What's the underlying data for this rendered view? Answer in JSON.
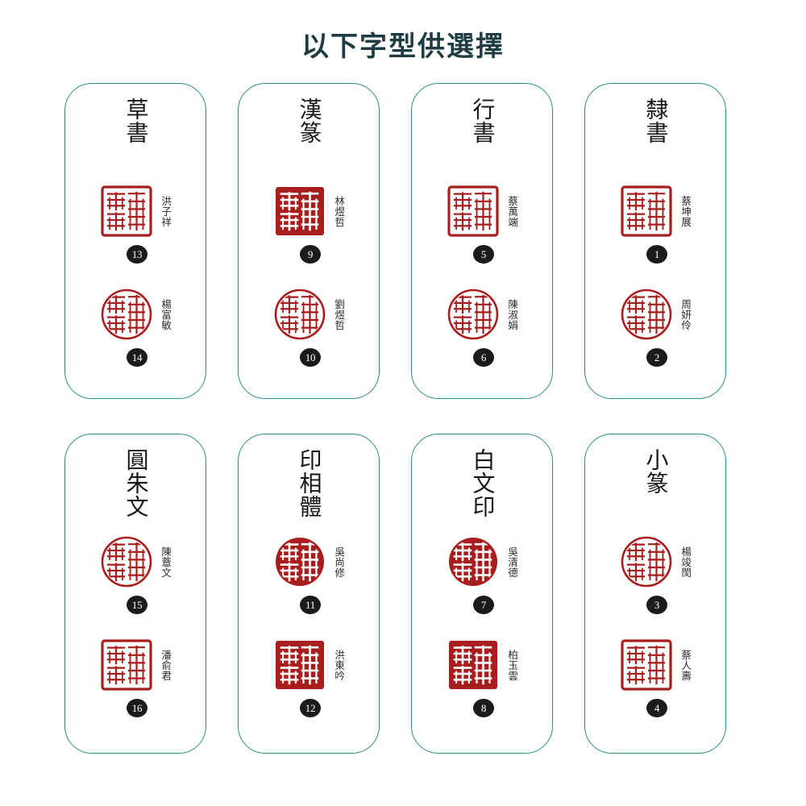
{
  "page": {
    "title": "以下字型供選擇",
    "title_color": "#1f3c42",
    "card_border_color": "#2d8b8b",
    "seal_red": "#a81d1d",
    "badge_color": "#1b1b1b",
    "background": "#ffffff"
  },
  "cards": [
    {
      "style_name": "草書",
      "seals": [
        {
          "number": "13",
          "owner": "洪子祥",
          "shape": "square",
          "ink": "outline"
        },
        {
          "number": "14",
          "owner": "楊富敏",
          "shape": "circle",
          "ink": "outline"
        }
      ]
    },
    {
      "style_name": "漢篆",
      "seals": [
        {
          "number": "9",
          "owner": "林煜哲",
          "shape": "square",
          "ink": "solid"
        },
        {
          "number": "10",
          "owner": "劉煜哲",
          "shape": "circle",
          "ink": "outline"
        }
      ]
    },
    {
      "style_name": "行書",
      "seals": [
        {
          "number": "5",
          "owner": "蔡萬端",
          "shape": "square",
          "ink": "outline"
        },
        {
          "number": "6",
          "owner": "陳淑娟",
          "shape": "circle",
          "ink": "outline"
        }
      ]
    },
    {
      "style_name": "隸書",
      "seals": [
        {
          "number": "1",
          "owner": "蔡坤展",
          "shape": "square",
          "ink": "outline"
        },
        {
          "number": "2",
          "owner": "周妍伶",
          "shape": "circle",
          "ink": "outline"
        }
      ]
    },
    {
      "style_name": "圓朱文",
      "seals": [
        {
          "number": "15",
          "owner": "陳薏文",
          "shape": "circle",
          "ink": "outline"
        },
        {
          "number": "16",
          "owner": "潘俞君",
          "shape": "square",
          "ink": "outline"
        }
      ]
    },
    {
      "style_name": "印相體",
      "seals": [
        {
          "number": "11",
          "owner": "吳尚修",
          "shape": "circle",
          "ink": "solid"
        },
        {
          "number": "12",
          "owner": "洪東吟",
          "shape": "square",
          "ink": "solid"
        }
      ]
    },
    {
      "style_name": "白文印",
      "seals": [
        {
          "number": "7",
          "owner": "吳清德",
          "shape": "circle",
          "ink": "solid"
        },
        {
          "number": "8",
          "owner": "柏玉雲",
          "shape": "square",
          "ink": "solid"
        }
      ]
    },
    {
      "style_name": "小篆",
      "seals": [
        {
          "number": "3",
          "owner": "楊竣閔",
          "shape": "circle",
          "ink": "outline"
        },
        {
          "number": "4",
          "owner": "蔡人壽",
          "shape": "square",
          "ink": "outline"
        }
      ]
    }
  ]
}
